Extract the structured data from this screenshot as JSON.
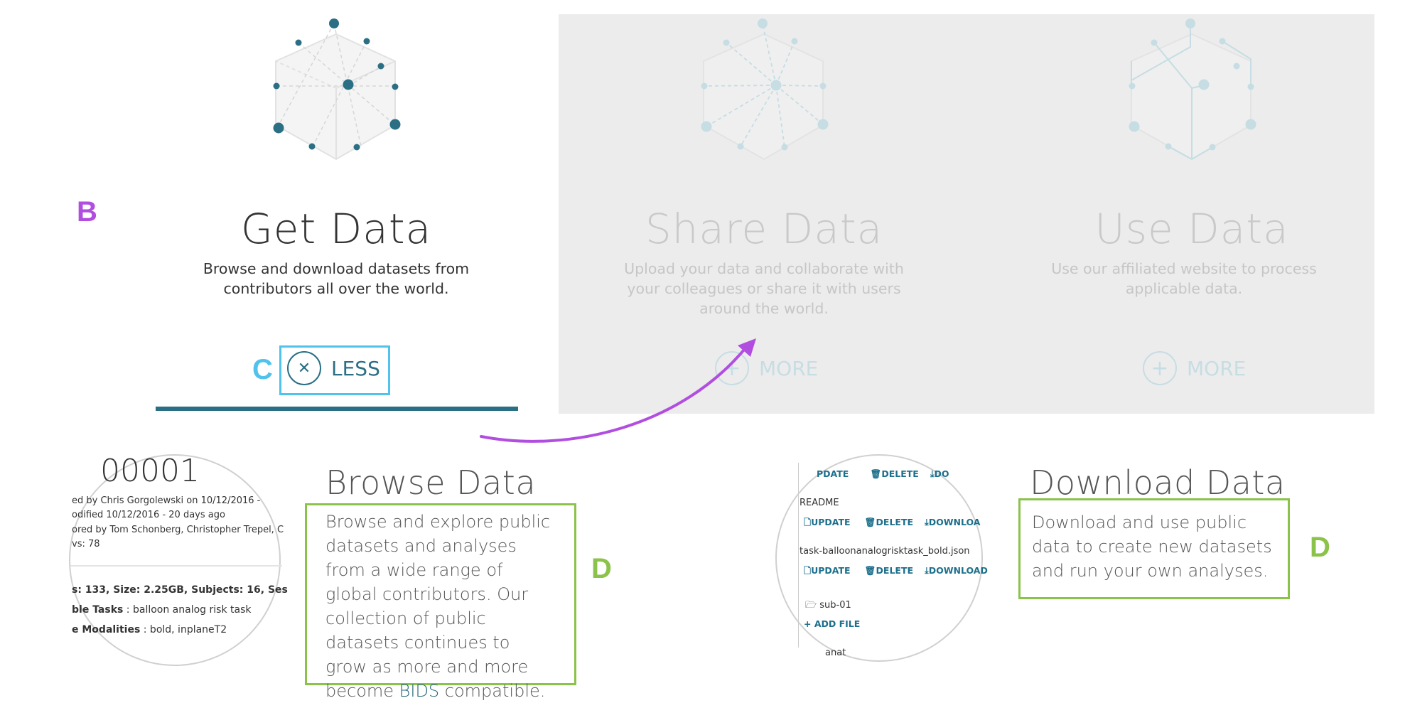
{
  "colors": {
    "accent": "#2a6f84",
    "annotation_b": "#b14ee0",
    "annotation_c": "#4fc3ec",
    "annotation_d": "#8bc34a",
    "arrow": "#b14ee0"
  },
  "cards": [
    {
      "title": "Get Data",
      "description": "Browse and download datasets from contributors all over the world.",
      "toggle_label": "LESS",
      "toggle_icon": "close-icon"
    },
    {
      "title": "Share Data",
      "description": "Upload your data and collaborate with your colleagues or share it with users around the world.",
      "toggle_label": "MORE",
      "toggle_icon": "plus-icon"
    },
    {
      "title": "Use Data",
      "description": "Use our affiliated website to process applicable data.",
      "toggle_label": "MORE",
      "toggle_icon": "plus-icon"
    }
  ],
  "annotations": {
    "b": "B",
    "c": "C",
    "d1": "D",
    "d2": "D"
  },
  "browse": {
    "title": "Browse Data",
    "text_before": "Browse and explore public datasets and analyses from a wide range of global contributors. Our collection of public datasets continues to grow as more and more become ",
    "link": "BIDS",
    "text_after": " compatible."
  },
  "download": {
    "title": "Download Data",
    "text": "Download and use public data to create new datasets and run your own analyses."
  },
  "browse_preview": {
    "dataset_id": "00001",
    "uploaded": "ed by Chris Gorgolewski on 10/12/2016 -",
    "modified": "odified 10/12/2016 - 20 days ago",
    "authored": "ored by Tom Schonberg, Christopher Trepel, C",
    "views": "vs: 78",
    "stats": "s: 133, Size: 2.25GB, Subjects: 16, Ses",
    "tasks_label": "ble Tasks",
    "tasks_value": " : balloon analog risk task",
    "modalities_label": "e Modalities",
    "modalities_value": " : bold, inplaneT2"
  },
  "download_preview": {
    "top_actions": [
      "PDATE",
      "DELETE",
      "DO"
    ],
    "readme": "README",
    "actions": [
      "UPDATE",
      "DELETE",
      "DOWNLOA"
    ],
    "json_file": "task-balloonanalogrisktask_bold.json",
    "actions2": [
      "UPDATE",
      "DELETE",
      "DOWNLOAD"
    ],
    "folder": "sub-01",
    "add_file": "ADD FILE",
    "anat": "anat"
  }
}
